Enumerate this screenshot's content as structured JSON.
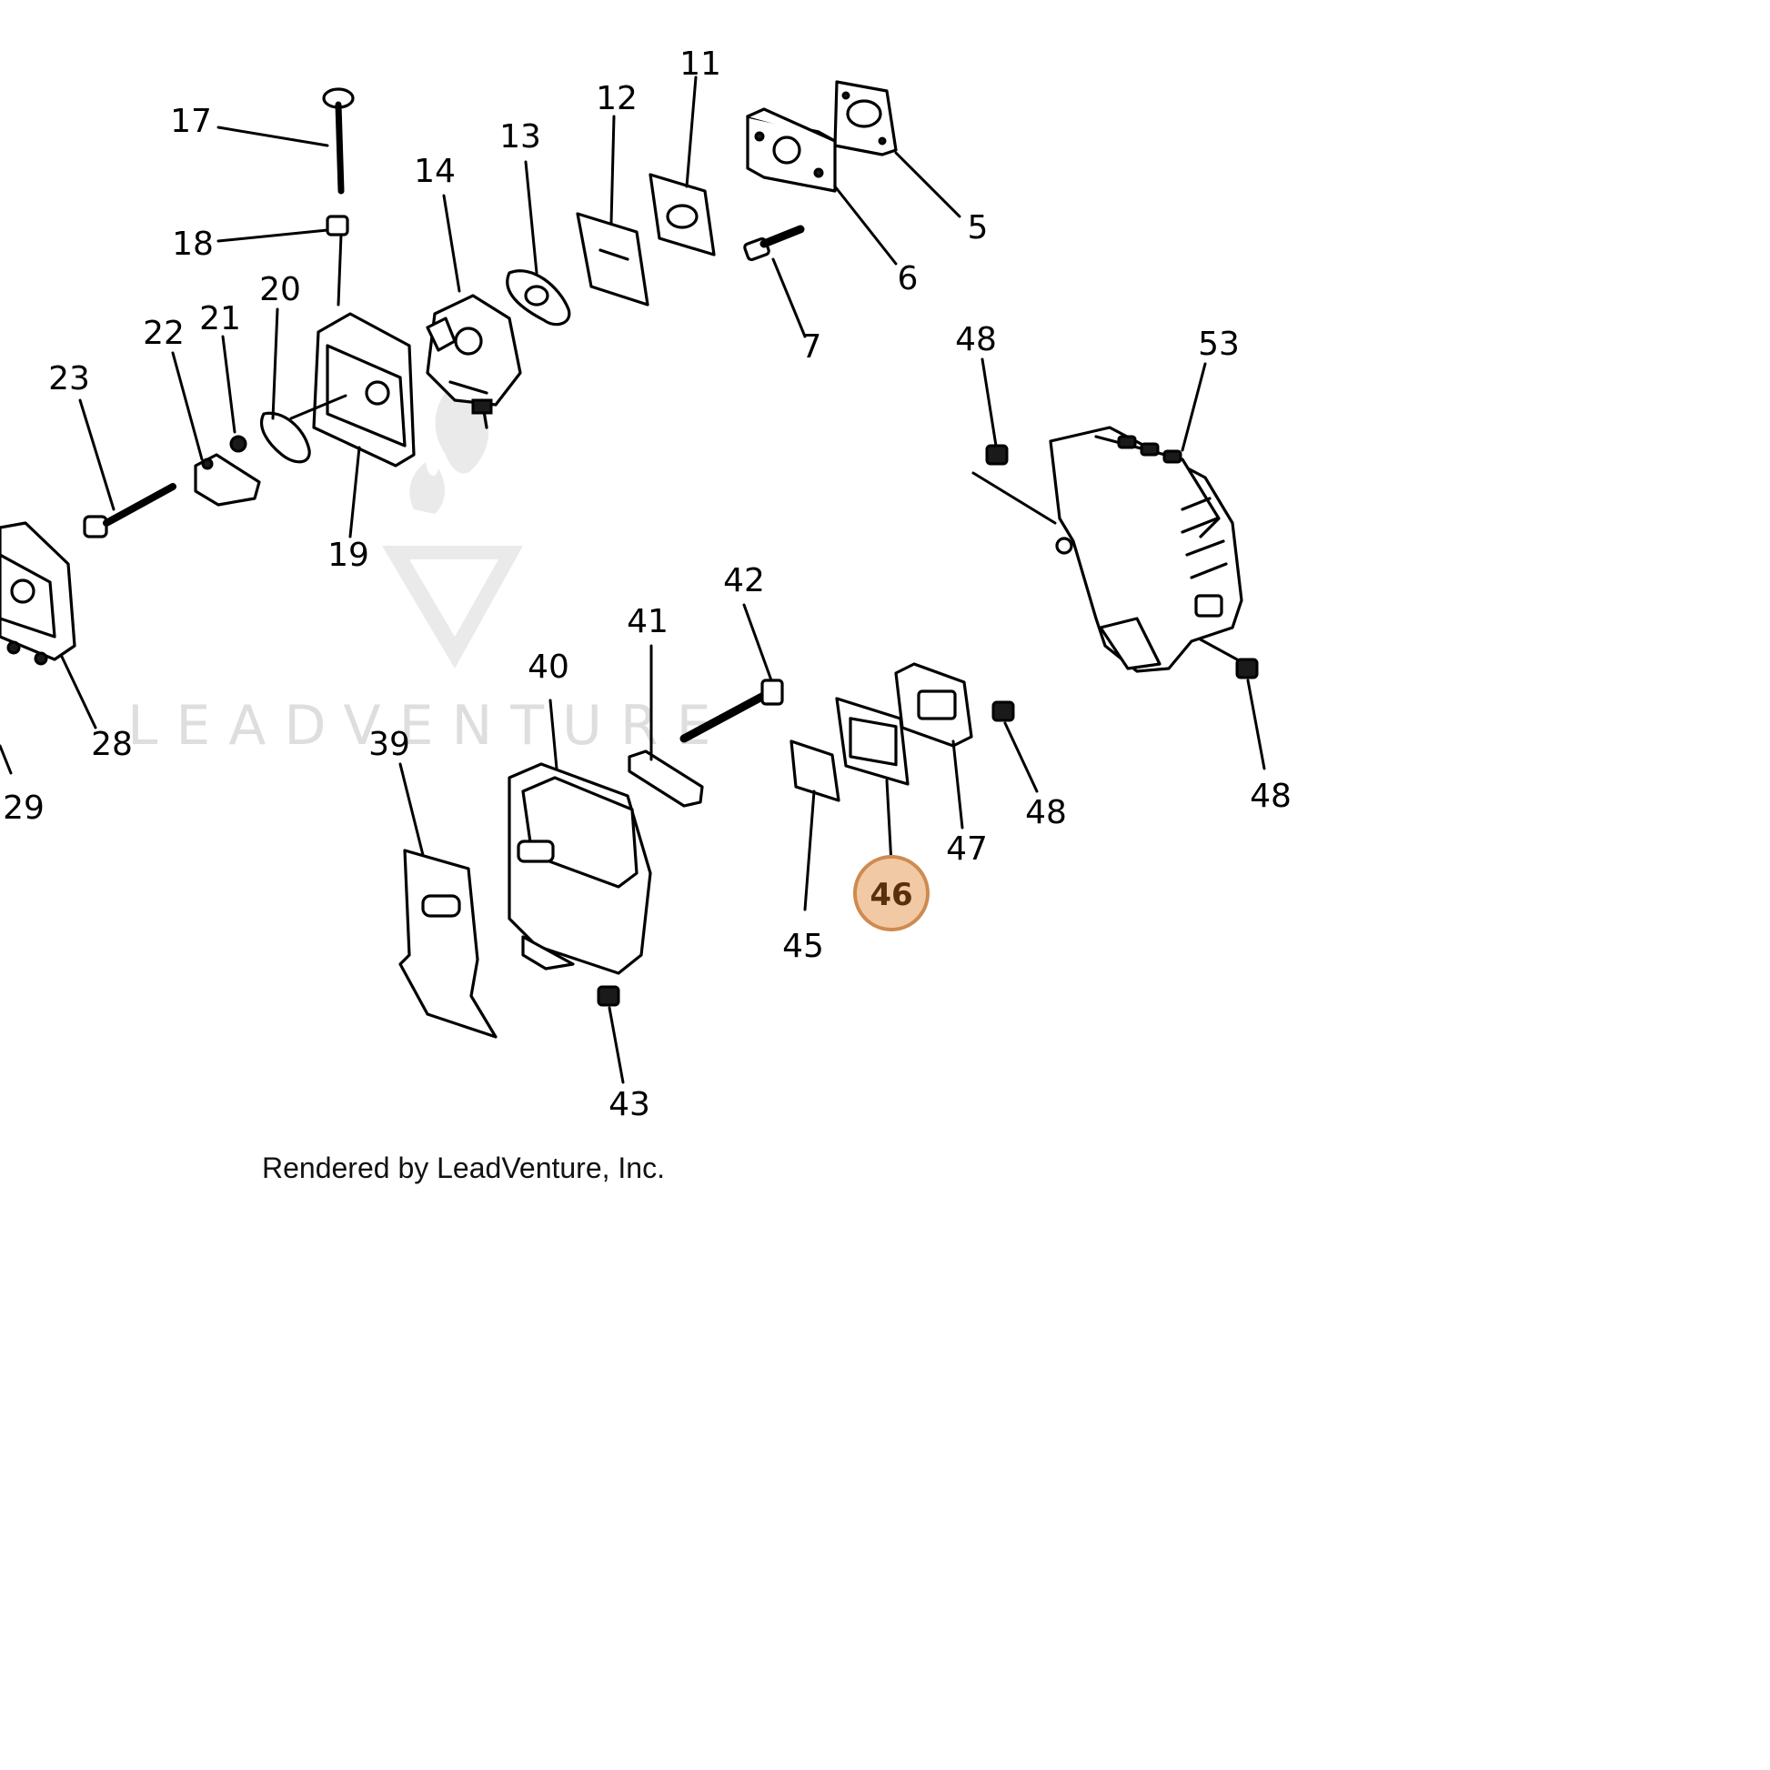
{
  "diagram": {
    "labels": {
      "p5": "5",
      "p6": "6",
      "p7": "7",
      "p11": "11",
      "p12": "12",
      "p13": "13",
      "p14": "14",
      "p17": "17",
      "p18": "18",
      "p19": "19",
      "p20": "20",
      "p21": "21",
      "p22": "22",
      "p23": "23",
      "p28": "28",
      "p29": "29",
      "p39": "39",
      "p40": "40",
      "p41": "41",
      "p42": "42",
      "p43": "43",
      "p45": "45",
      "p46": "46",
      "p47": "47",
      "p48a": "48",
      "p48b": "48",
      "p48c": "48",
      "p53": "53"
    },
    "highlighted_part": "46",
    "highlight_color": "#f1c9a5",
    "watermark": "LEADVENTURE",
    "credit": "Rendered by LeadVenture, Inc."
  }
}
